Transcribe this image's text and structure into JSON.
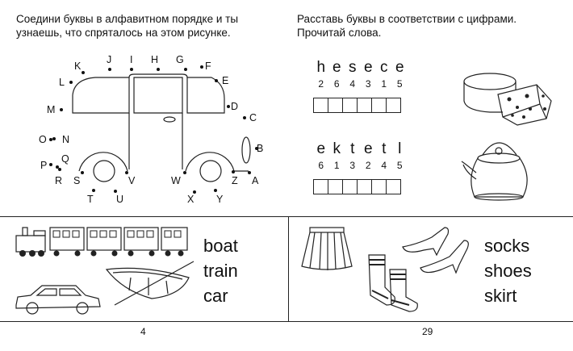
{
  "left_instructions": {
    "line1": "Соедини буквы в алфавитном порядке и ты",
    "line2": "узнаешь, что спряталось на этом рисунке."
  },
  "right_instructions": {
    "line1": "Расставь буквы в соответствии с цифрами.",
    "line2": "Прочитай слова."
  },
  "dot_letters": [
    "A",
    "B",
    "C",
    "D",
    "E",
    "F",
    "G",
    "H",
    "I",
    "J",
    "K",
    "L",
    "M",
    "N",
    "O",
    "P",
    "Q",
    "R",
    "S",
    "T",
    "U",
    "V",
    "W",
    "X",
    "Y",
    "Z"
  ],
  "puzzle1": {
    "letters": [
      "h",
      "e",
      "s",
      "e",
      "c",
      "e"
    ],
    "digits": [
      "2",
      "6",
      "4",
      "3",
      "1",
      "5"
    ]
  },
  "puzzle2": {
    "letters": [
      "e",
      "k",
      "t",
      "e",
      "t",
      "l"
    ],
    "digits": [
      "6",
      "1",
      "3",
      "2",
      "4",
      "5"
    ]
  },
  "words_left": [
    "boat",
    "train",
    "car"
  ],
  "words_right": [
    "socks",
    "shoes",
    "skirt"
  ],
  "page_numbers": {
    "left": "4",
    "right": "29"
  }
}
